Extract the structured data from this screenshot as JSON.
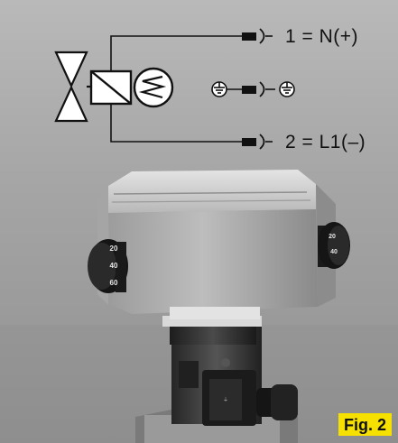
{
  "diagram": {
    "terminal_1_label": "1 = N(+)",
    "terminal_2_label": "2 = L1(–)"
  },
  "photo": {
    "dial_scale_left": [
      "20",
      "40",
      "60"
    ],
    "dial_scale_right": [
      "20",
      "40"
    ]
  },
  "figure": {
    "label": "Fig. 2",
    "label_color": "#f6e000"
  }
}
